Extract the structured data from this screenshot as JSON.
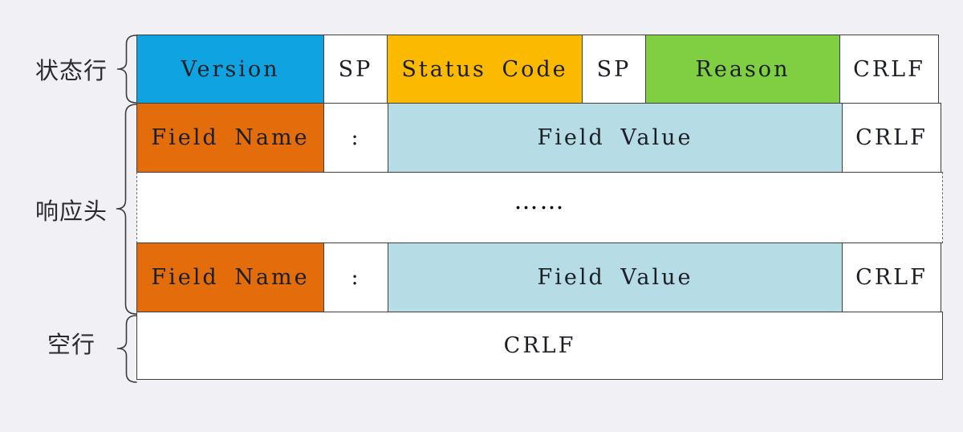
{
  "side_labels": {
    "status_line": "状态行",
    "response_headers": "响应头",
    "empty_line": "空行"
  },
  "rows": {
    "status_line": [
      {
        "label": "Version"
      },
      {
        "label": "SP"
      },
      {
        "label": "Status Code"
      },
      {
        "label": "SP"
      },
      {
        "label": "Reason"
      },
      {
        "label": "CRLF"
      }
    ],
    "header_1": [
      {
        "label": "Field Name"
      },
      {
        "label": ":"
      },
      {
        "label": "Field Value"
      },
      {
        "label": "CRLF"
      }
    ],
    "ellipsis": {
      "label": "……"
    },
    "header_2": [
      {
        "label": "Field Name"
      },
      {
        "label": ":"
      },
      {
        "label": "Field Value"
      },
      {
        "label": "CRLF"
      }
    ],
    "empty_line": {
      "label": "CRLF"
    }
  },
  "colors": {
    "version": "#0FA3E2",
    "status_code": "#FBBA00",
    "reason": "#80CE41",
    "field_name": "#E36C0B",
    "field_value": "#B6DCE6",
    "plain_cell": "#FFFFFF",
    "border": "#3F3F3F",
    "background": "#F1F0F4"
  }
}
